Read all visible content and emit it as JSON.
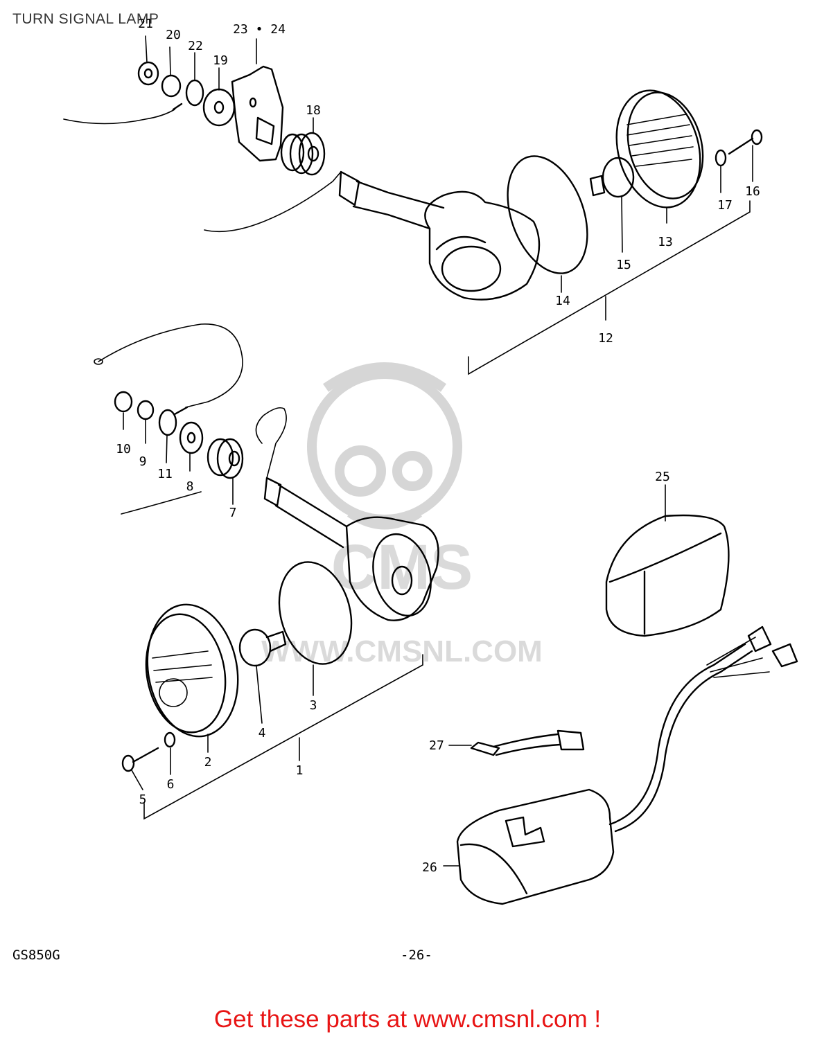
{
  "title": "TURN SIGNAL LAMP",
  "watermark": {
    "url_text": "WWW.CMSNL.COM",
    "brand_text": "CMS"
  },
  "callouts": {
    "c1": "1",
    "c2": "2",
    "c3": "3",
    "c4": "4",
    "c5": "5",
    "c6": "6",
    "c7": "7",
    "c8": "8",
    "c9": "9",
    "c10": "10",
    "c11": "11",
    "c12": "12",
    "c13": "13",
    "c14": "14",
    "c15": "15",
    "c16": "16",
    "c17": "17",
    "c18": "18",
    "c19": "19",
    "c20": "20",
    "c21": "21",
    "c22": "22",
    "c23_24": "23 • 24",
    "c25": "25",
    "c26": "26",
    "c27": "27"
  },
  "footer": {
    "model": "GS850G",
    "page": "-26-"
  },
  "cta": "Get these parts at www.cmsnl.com !"
}
